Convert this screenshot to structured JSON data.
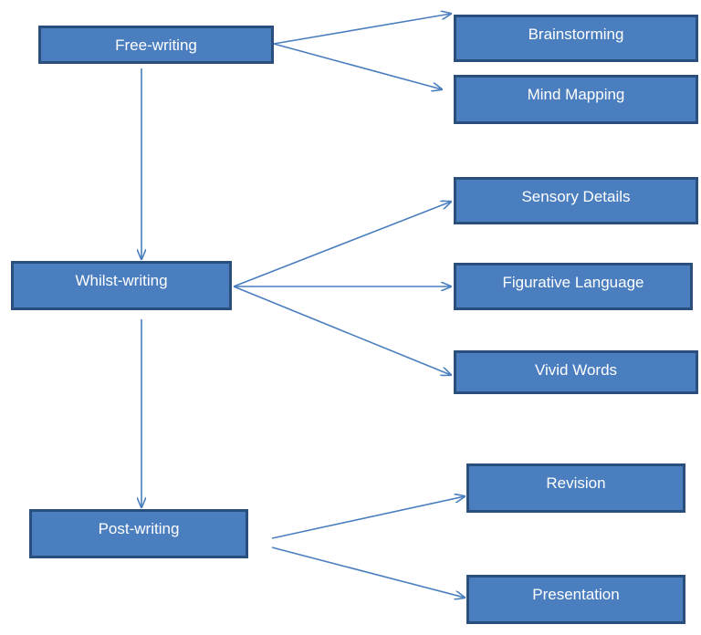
{
  "diagram": {
    "accent_fill": "#4a7ebf",
    "accent_border": "#2b4f7d",
    "arrow_color": "#4a7ebf",
    "nodes": {
      "free_writing": "Free-writing",
      "brainstorming": "Brainstorming",
      "mind_mapping": "Mind Mapping",
      "whilst_writing": "Whilst-writing",
      "sensory_details": "Sensory Details",
      "figurative_language": "Figurative Language",
      "vivid_words": "Vivid Words",
      "post_writing": "Post-writing",
      "revision": "Revision",
      "presentation": "Presentation"
    },
    "edges": [
      {
        "from": "free_writing",
        "to": "brainstorming"
      },
      {
        "from": "free_writing",
        "to": "mind_mapping"
      },
      {
        "from": "free_writing",
        "to": "whilst_writing"
      },
      {
        "from": "whilst_writing",
        "to": "sensory_details"
      },
      {
        "from": "whilst_writing",
        "to": "figurative_language"
      },
      {
        "from": "whilst_writing",
        "to": "vivid_words"
      },
      {
        "from": "whilst_writing",
        "to": "post_writing"
      },
      {
        "from": "post_writing",
        "to": "revision"
      },
      {
        "from": "post_writing",
        "to": "presentation"
      }
    ]
  }
}
